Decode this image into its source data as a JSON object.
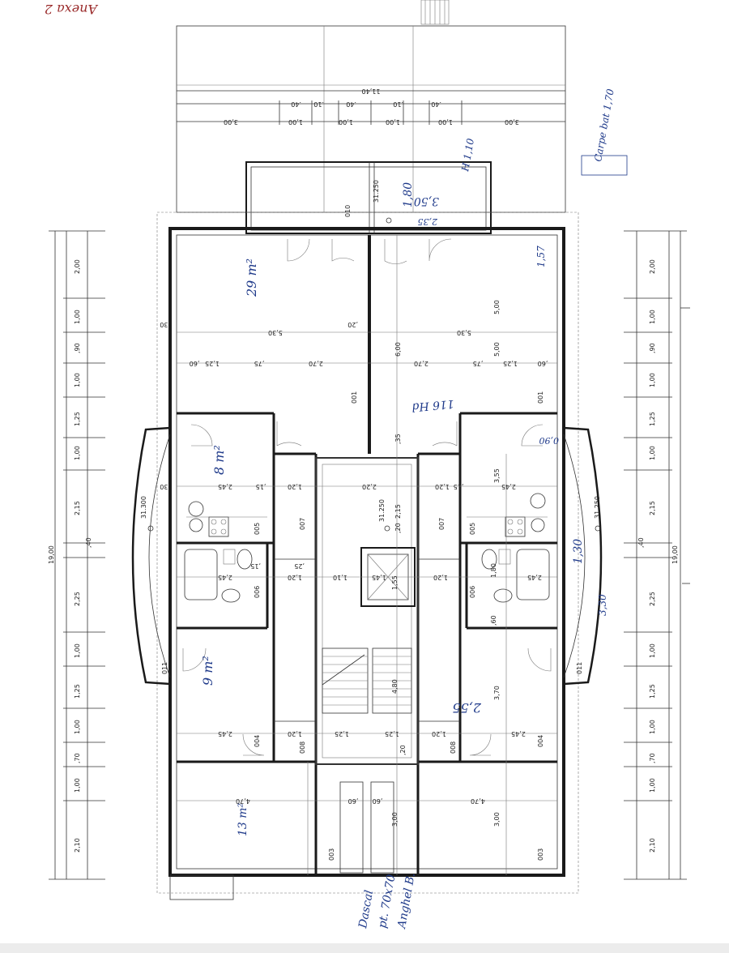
{
  "top_dims": {
    "total": "11,40",
    "partials": [
      ".40",
      ".10",
      ".40",
      ".10",
      ".40"
    ],
    "segments": [
      "3,00",
      "1,00",
      "1,00",
      "1,00",
      "1,00",
      "3,00"
    ]
  },
  "left_dims": {
    "total": "19,00",
    "segments": [
      "2,00",
      "1,00",
      ",90",
      "1,00",
      "1,25",
      "1,00",
      "2,15",
      ",40",
      "2,25",
      "1,00",
      "1,25",
      "1,00",
      ",70",
      "1,00",
      "2,10"
    ]
  },
  "right_dims": {
    "total": "19,00",
    "segments": [
      "2,00",
      "1,00",
      ",90",
      "1,00",
      "1,25",
      "1,00",
      "2,15",
      ",40",
      "2,25",
      "1,00",
      "1,25",
      "1,00",
      ",70",
      "1,00",
      "2,10"
    ]
  },
  "interior_dims": {
    "row1": [
      "5,30",
      "5,30"
    ],
    "row2": [
      ",60",
      "1,25",
      ",75",
      "2,70",
      "2,70",
      ",75",
      "1,25",
      ",60"
    ],
    "row3": [
      "2,45",
      ",15",
      "1,20",
      "2,20",
      "1,20",
      ",15",
      "2,45"
    ],
    "row4": [
      "2,45",
      "1,20",
      "1,10",
      "1,45",
      "1,20",
      "1,80",
      "2,45"
    ],
    "row5": [
      "2,45",
      "1,20",
      "1,25",
      "1,25",
      "1,20",
      "2,45"
    ],
    "row6": [
      "4,70",
      ",60",
      ",60",
      "4,70"
    ],
    "walls": [
      ",30",
      ",20",
      ",35",
      ",20",
      ",25",
      ",30",
      ",15",
      ",20",
      ",60"
    ],
    "verticals": [
      "5,00",
      "6,00",
      "5,00",
      "3,55",
      "2,15",
      "1,55",
      "4,80",
      "3,70",
      "3,00",
      "3,00"
    ]
  },
  "levels": [
    "31.250",
    "31.300",
    "31.250",
    "31.250"
  ],
  "room_codes": [
    "001",
    "001",
    "007",
    "007",
    "005",
    "005",
    "006",
    "006",
    "011",
    "011",
    "004",
    "004",
    "008",
    "008",
    "003",
    "003",
    "010"
  ],
  "handwritten": {
    "corner": "Anexa 2",
    "area_1": "29 m²",
    "area_2": "8 m²",
    "area_3": "9 m²",
    "area_4": "13 m²",
    "note_right_top": "Carpe bat 1,70",
    "note_h": "H 1,10",
    "note_a": "1,80",
    "note_b": "3,50",
    "note_c": "2,35",
    "note_d": "1,57",
    "note_e": "116 Hd",
    "note_f": "0,90",
    "note_g": "1,30",
    "note_h2": "3,30",
    "note_i": "2,55",
    "bottom_note_1": "Dascal",
    "bottom_note_2": "pt. 70x70",
    "bottom_note_3": "Anghel B."
  }
}
